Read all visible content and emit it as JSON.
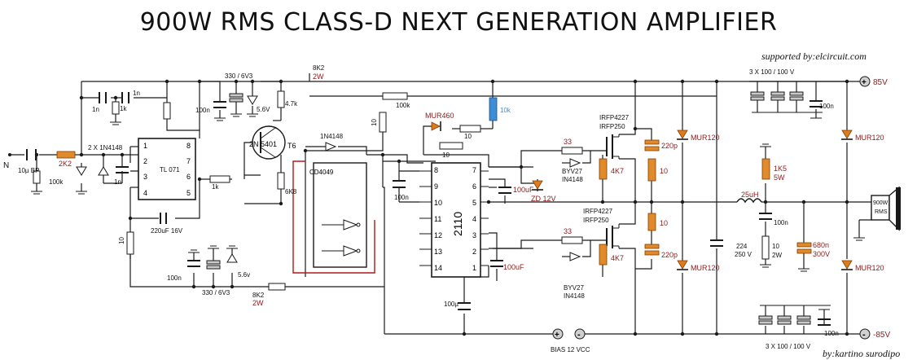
{
  "title": "900W RMS CLASS-D NEXT GENERATION AMPLIFIER",
  "credits": {
    "supported_by": "supported by:elcircuit.com",
    "author": "by:kartino surodipo"
  },
  "colors": {
    "wire": "#1a1a1a",
    "resistor": "#e08a2a",
    "label_red": "#8b1a1a",
    "highlight_wire": "#b01818",
    "trimmer": "#3c8fd6",
    "cap_fill": "#c9c9c9"
  },
  "rails": {
    "positive": "85V",
    "negative": "-85V",
    "plus_symbol": "+",
    "minus_symbol": "-"
  },
  "input": {
    "label": "N",
    "cap": "10µ BP",
    "res_series": "2K2",
    "res_shunt": "100k",
    "diodes": "2 X 1N4148",
    "cap_clamp": "1n"
  },
  "top_network": {
    "cap_a": "1n",
    "cap_b": "1n",
    "res_1k": "1k",
    "res_8k2": "8K2",
    "res_8k2_power": "2W",
    "cap_supply": "330 / 6V3",
    "cap_100n": "100n",
    "zener": "5.6V",
    "res_47k": "4.7k",
    "res_100k": "100k",
    "res_10_left": "10"
  },
  "opamp": {
    "name": "TL 071",
    "pins_left": [
      "1",
      "2",
      "3",
      "4"
    ],
    "pins_right": [
      "8",
      "7",
      "6",
      "5"
    ],
    "res_out": "1k",
    "cap_feedback": "220uF 16V",
    "res_bottom": "10"
  },
  "transistor": {
    "part": "2N 5401",
    "ref": "T6",
    "res_6k8": "6K8",
    "diode": "1N4148"
  },
  "bottom_supply": {
    "cap_100n": "100n",
    "cap_supply": "330 / 6V3",
    "zener": "5.6v",
    "res_8k2": "8K2",
    "res_power": "2W"
  },
  "cd4049": {
    "name": "CD4049"
  },
  "driver": {
    "name": "2110",
    "pins_left": [
      "8",
      "9",
      "10",
      "11",
      "12",
      "13",
      "14"
    ],
    "pins_right": [
      "7",
      "6",
      "5",
      "4",
      "3",
      "2",
      "1"
    ],
    "cap_100n": "100n",
    "cap_100u": "100µ",
    "res_10_top": "10",
    "res_10_mid": "10",
    "diode_mur": "MUR460",
    "trim": "10k",
    "cap_100uF": "100uF",
    "zener": "ZD 12V",
    "cap_100uF_low": "100uF",
    "bias": "BIAS 12 VCC"
  },
  "high_side": {
    "mosfet_a": "IRFP4227",
    "mosfet_b": "IRFP250",
    "gate_res": "33",
    "diode_a": "BYV27",
    "diode_b": "IN4148",
    "res_gs": "4K7"
  },
  "low_side": {
    "mosfet_a": "IRFP4227",
    "mosfet_b": "IRFP250",
    "gate_res": "33",
    "diode_a": "BYV27",
    "diode_b": "IN4148",
    "res_gs": "4K7"
  },
  "snubber": {
    "cap_top": "220p",
    "res_top": "10",
    "res_bot": "10",
    "cap_bot": "220p"
  },
  "rail_diodes": {
    "left_top": "MUR120",
    "left_bot": "MUR120",
    "right_top": "MUR120",
    "right_bot": "MUR120"
  },
  "output": {
    "cap_bus": "224",
    "cap_bus_v": "250 V",
    "inductor": "25uH",
    "res_1k5": "1K5",
    "res_1k5_w": "5W",
    "cap_100n": "100n",
    "res_10": "10",
    "res_10_w": "2W",
    "cap_680": "680n",
    "cap_680_v": "300V",
    "speaker": "900W",
    "speaker_b": "RMS"
  },
  "rail_caps": {
    "top_label": "3 X 100 / 100 V",
    "top_100n": "100n",
    "bot_label": "3 X 100 / 100 V",
    "bot_100n": "100n"
  }
}
